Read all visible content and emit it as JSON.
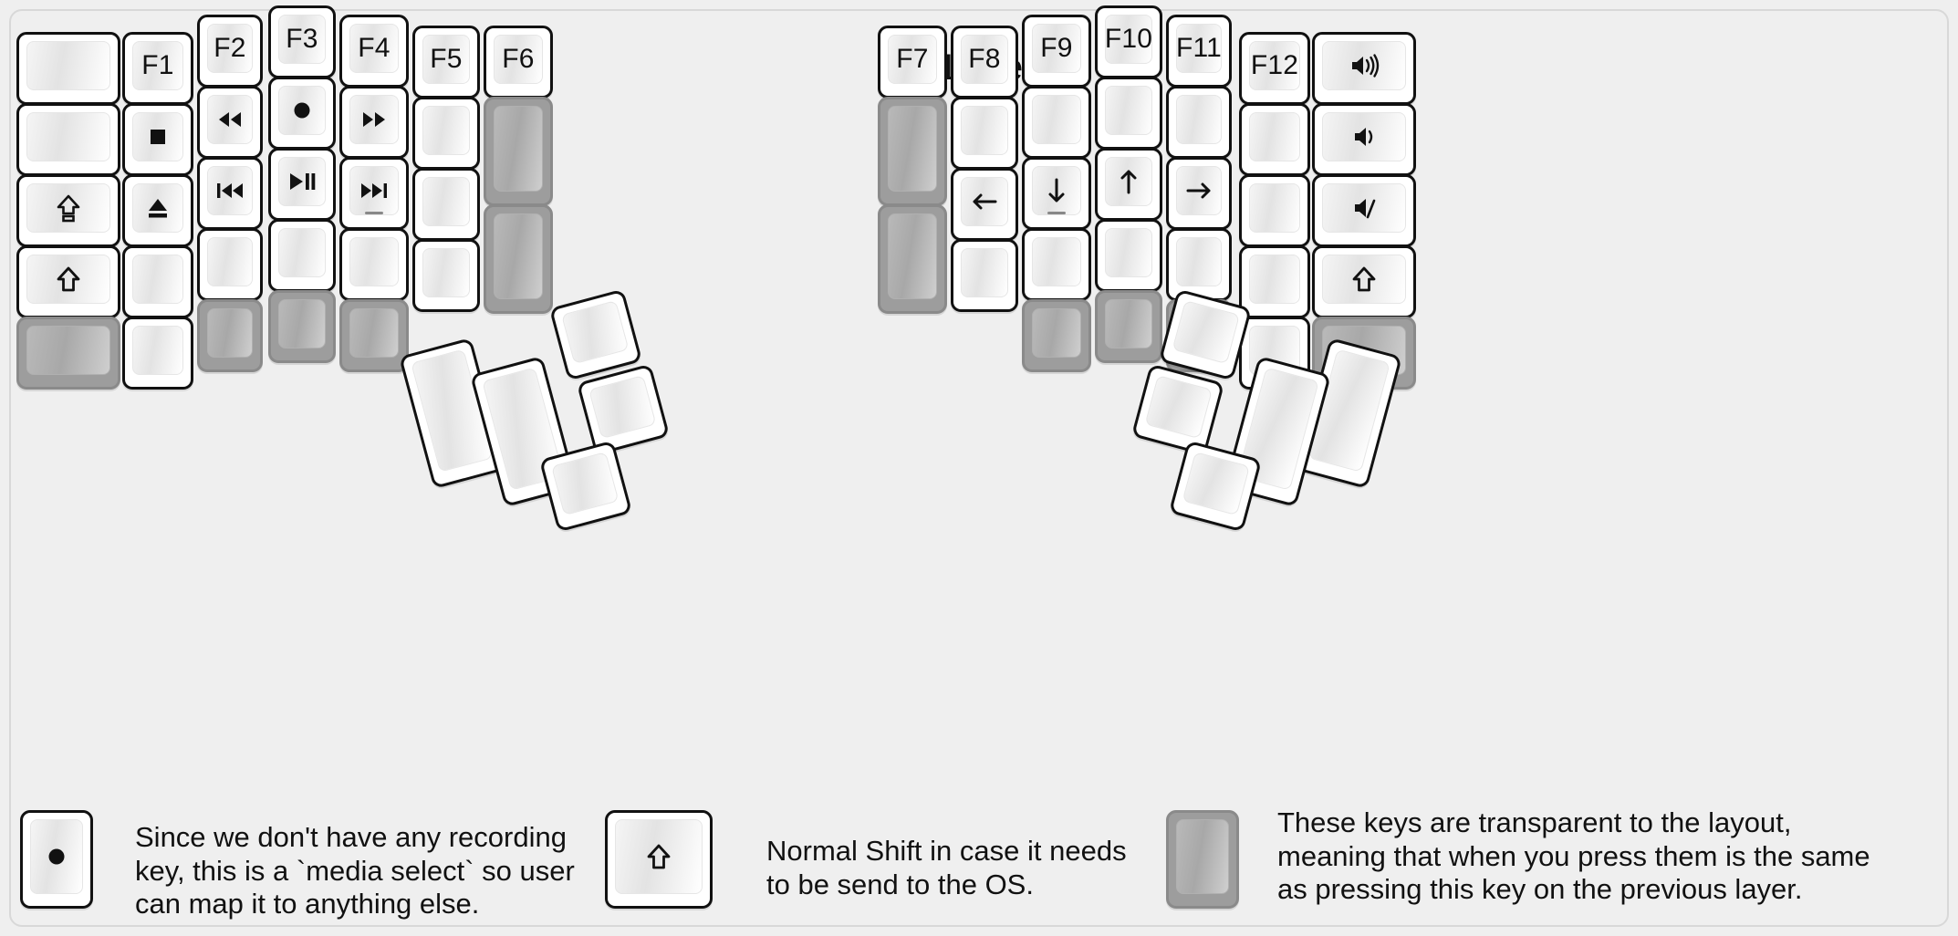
{
  "title": "fn Layer",
  "colors": {
    "background": "#efefef",
    "key_face": "#ffffff",
    "key_outline": "#111111",
    "transparent_key": "#9d9d9d"
  },
  "keyboard": {
    "left_half": {
      "columns": [
        {
          "name": "col-pinky-outer",
          "keys": [
            {
              "label": "",
              "icon": "",
              "transparent": false
            },
            {
              "label": "",
              "icon": "",
              "transparent": false
            },
            {
              "label": "",
              "icon": "caps-lock-icon",
              "transparent": false
            },
            {
              "label": "",
              "icon": "shift-icon",
              "transparent": false
            },
            {
              "label": "",
              "icon": "",
              "transparent": true
            }
          ]
        },
        {
          "name": "col-pinky",
          "keys": [
            {
              "label": "F1",
              "icon": "",
              "transparent": false
            },
            {
              "label": "",
              "icon": "media-stop-icon",
              "transparent": false
            },
            {
              "label": "",
              "icon": "media-eject-icon",
              "transparent": false
            },
            {
              "label": "",
              "icon": "",
              "transparent": false
            },
            {
              "label": "",
              "icon": "",
              "transparent": false
            }
          ]
        },
        {
          "name": "col-ring",
          "keys": [
            {
              "label": "F2",
              "icon": "",
              "transparent": false
            },
            {
              "label": "",
              "icon": "media-rewind-icon",
              "transparent": false
            },
            {
              "label": "",
              "icon": "media-prev-track-icon",
              "transparent": false
            },
            {
              "label": "",
              "icon": "",
              "transparent": false
            },
            {
              "label": "",
              "icon": "",
              "transparent": true
            }
          ]
        },
        {
          "name": "col-middle",
          "keys": [
            {
              "label": "F3",
              "icon": "",
              "transparent": false
            },
            {
              "label": "",
              "icon": "media-record-icon",
              "transparent": false
            },
            {
              "label": "",
              "icon": "media-play-pause-icon",
              "transparent": false
            },
            {
              "label": "",
              "icon": "",
              "transparent": false
            },
            {
              "label": "",
              "icon": "",
              "transparent": true
            }
          ]
        },
        {
          "name": "col-index",
          "keys": [
            {
              "label": "F4",
              "icon": "",
              "transparent": false
            },
            {
              "label": "",
              "icon": "media-fast-forward-icon",
              "transparent": false
            },
            {
              "label": "",
              "icon": "media-next-track-icon",
              "transparent": false
            },
            {
              "label": "",
              "icon": "",
              "transparent": false
            },
            {
              "label": "",
              "icon": "",
              "transparent": true
            }
          ]
        },
        {
          "name": "col-index-inner",
          "keys": [
            {
              "label": "F5",
              "icon": "",
              "transparent": false
            },
            {
              "label": "",
              "icon": "",
              "transparent": false
            },
            {
              "label": "",
              "icon": "",
              "transparent": false
            },
            {
              "label": "",
              "icon": "",
              "transparent": false
            }
          ]
        },
        {
          "name": "col-inner",
          "keys": [
            {
              "label": "F6",
              "icon": "",
              "transparent": false
            },
            {
              "label": "",
              "icon": "",
              "transparent": true
            },
            {
              "label": "",
              "icon": "",
              "transparent": true
            }
          ]
        }
      ],
      "thumb_cluster": [
        {
          "name": "thumb-left-1",
          "label": "",
          "icon": "",
          "transparent": false
        },
        {
          "name": "thumb-left-2",
          "label": "",
          "icon": "",
          "transparent": false
        },
        {
          "name": "thumb-left-3",
          "label": "",
          "icon": "",
          "transparent": false
        },
        {
          "name": "thumb-left-4",
          "label": "",
          "icon": "",
          "transparent": false
        },
        {
          "name": "thumb-left-5",
          "label": "",
          "icon": "",
          "transparent": false
        }
      ]
    },
    "right_half": {
      "columns": [
        {
          "name": "col-inner",
          "keys": [
            {
              "label": "F7",
              "icon": "",
              "transparent": false
            },
            {
              "label": "",
              "icon": "",
              "transparent": true
            },
            {
              "label": "",
              "icon": "",
              "transparent": true
            }
          ]
        },
        {
          "name": "col-index-inner",
          "keys": [
            {
              "label": "F8",
              "icon": "",
              "transparent": false
            },
            {
              "label": "",
              "icon": "",
              "transparent": false
            },
            {
              "label": "",
              "icon": "arrow-left-icon",
              "transparent": false
            },
            {
              "label": "",
              "icon": "",
              "transparent": false
            }
          ]
        },
        {
          "name": "col-index",
          "keys": [
            {
              "label": "F9",
              "icon": "",
              "transparent": false
            },
            {
              "label": "",
              "icon": "",
              "transparent": false
            },
            {
              "label": "",
              "icon": "arrow-down-icon",
              "transparent": false
            },
            {
              "label": "",
              "icon": "",
              "transparent": false
            },
            {
              "label": "",
              "icon": "",
              "transparent": true
            }
          ]
        },
        {
          "name": "col-middle",
          "keys": [
            {
              "label": "F10",
              "icon": "",
              "transparent": false
            },
            {
              "label": "",
              "icon": "",
              "transparent": false
            },
            {
              "label": "",
              "icon": "arrow-up-icon",
              "transparent": false
            },
            {
              "label": "",
              "icon": "",
              "transparent": false
            },
            {
              "label": "",
              "icon": "",
              "transparent": true
            }
          ]
        },
        {
          "name": "col-ring",
          "keys": [
            {
              "label": "F11",
              "icon": "",
              "transparent": false
            },
            {
              "label": "",
              "icon": "",
              "transparent": false
            },
            {
              "label": "",
              "icon": "arrow-right-icon",
              "transparent": false
            },
            {
              "label": "",
              "icon": "",
              "transparent": false
            },
            {
              "label": "",
              "icon": "",
              "transparent": true
            }
          ]
        },
        {
          "name": "col-pinky",
          "keys": [
            {
              "label": "F12",
              "icon": "",
              "transparent": false
            },
            {
              "label": "",
              "icon": "",
              "transparent": false
            },
            {
              "label": "",
              "icon": "",
              "transparent": false
            },
            {
              "label": "",
              "icon": "",
              "transparent": false
            },
            {
              "label": "",
              "icon": "",
              "transparent": false
            }
          ]
        },
        {
          "name": "col-pinky-outer",
          "keys": [
            {
              "label": "",
              "icon": "volume-up-icon",
              "transparent": false
            },
            {
              "label": "",
              "icon": "volume-down-icon",
              "transparent": false
            },
            {
              "label": "",
              "icon": "volume-mute-icon",
              "transparent": false
            },
            {
              "label": "",
              "icon": "shift-icon",
              "transparent": false
            },
            {
              "label": "",
              "icon": "",
              "transparent": true
            }
          ]
        }
      ],
      "thumb_cluster": [
        {
          "name": "thumb-right-1",
          "label": "",
          "icon": "",
          "transparent": false
        },
        {
          "name": "thumb-right-2",
          "label": "",
          "icon": "",
          "transparent": false
        },
        {
          "name": "thumb-right-3",
          "label": "",
          "icon": "",
          "transparent": false
        },
        {
          "name": "thumb-right-4",
          "label": "",
          "icon": "",
          "transparent": false
        },
        {
          "name": "thumb-right-5",
          "label": "",
          "icon": "",
          "transparent": false
        }
      ]
    }
  },
  "legend": [
    {
      "key_icon": "media-record-icon",
      "transparent": false,
      "text": "Since we don't have any recording\nkey, this is a `media select` so user\ncan map it to anything else."
    },
    {
      "key_icon": "shift-icon",
      "transparent": false,
      "text": "Normal Shift in case it needs\nto be send to the OS."
    },
    {
      "key_icon": "",
      "transparent": true,
      "text": "These keys are transparent to the layout,\nmeaning that when you press them is the same\nas pressing this key on the previous layer."
    }
  ]
}
